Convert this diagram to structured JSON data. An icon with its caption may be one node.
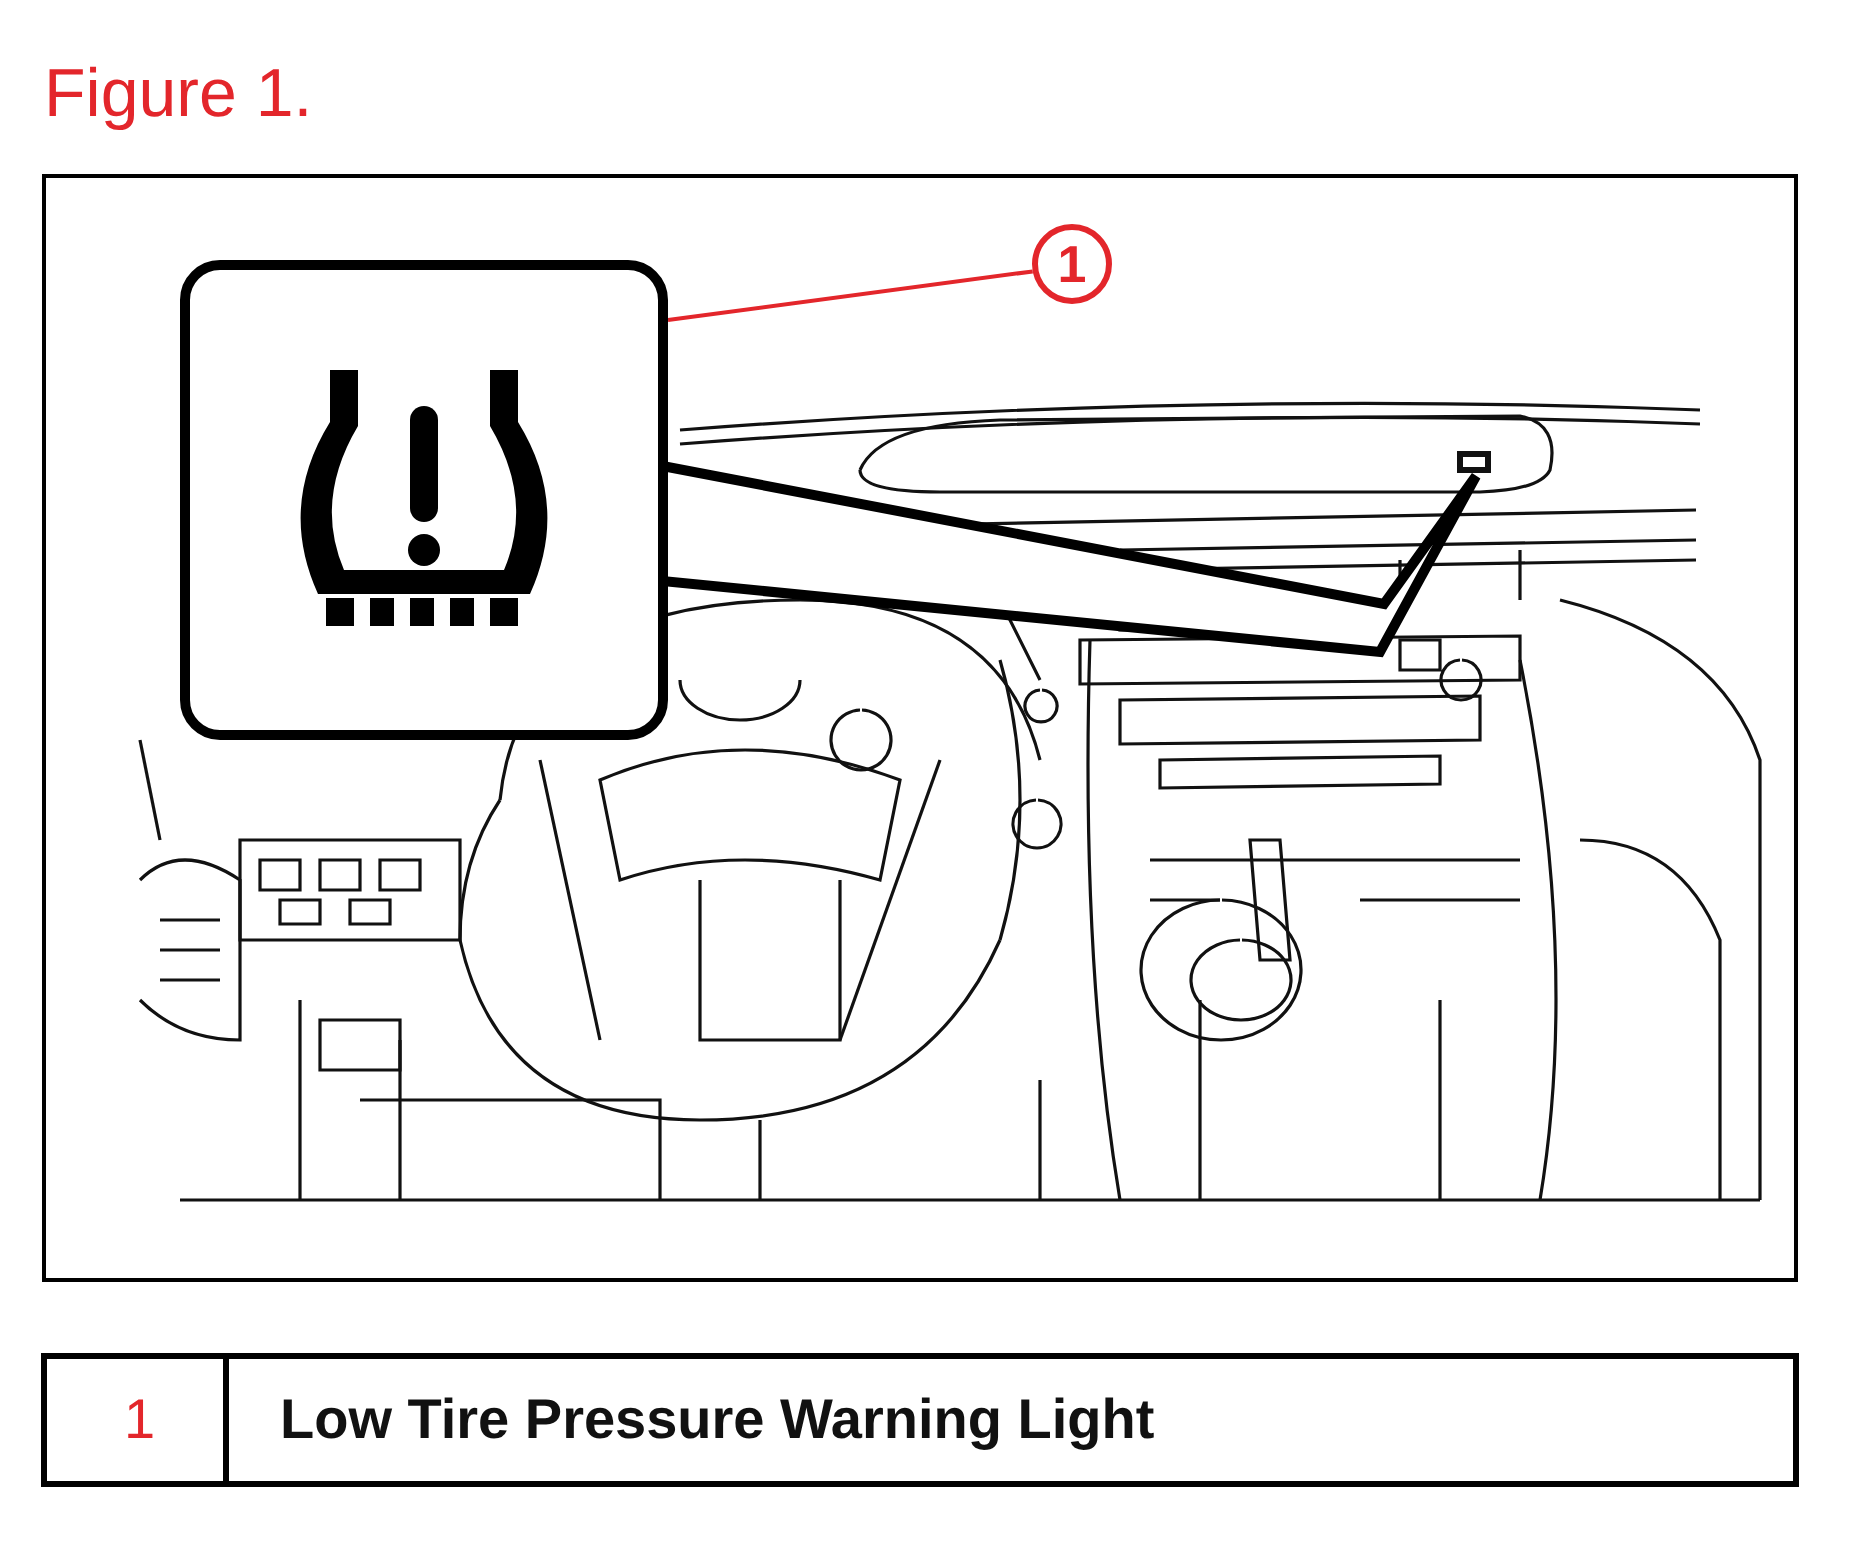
{
  "diagram": {
    "title": "Figure 1.",
    "nodes": [
      {
        "text": [
          "1"
        ]
      },
      {
        "text": [],
        "shape": "box"
      }
    ],
    "edges": [
      {
        "from": 0,
        "to": 1,
        "arrow": "none",
        "color": "#e3262b"
      }
    ],
    "labels": [
      "1",
      "Low Tire Pressure Warning Light"
    ]
  }
}
